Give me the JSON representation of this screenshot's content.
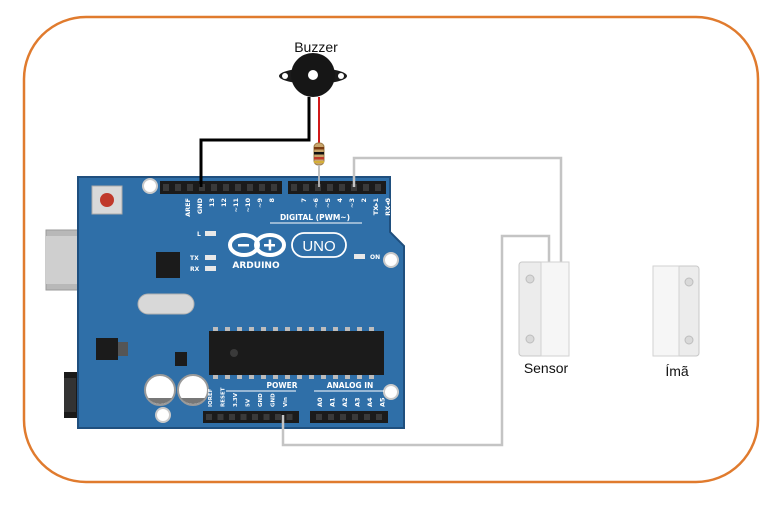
{
  "labels": {
    "buzzer": "Buzzer",
    "sensor": "Sensor",
    "magnet": "Ímã"
  },
  "board": {
    "brand": "ARDUINO",
    "model": "UNO",
    "digital_header": "DIGITAL (PWM~)",
    "power_header": "POWER",
    "analog_header": "ANALOG IN",
    "led_l": "L",
    "led_tx": "TX",
    "led_rx": "RX",
    "led_on": "ON",
    "top_pins": [
      "AREF",
      "GND",
      "13",
      "12",
      "~11",
      "~10",
      "~9",
      "8",
      "7",
      "~6",
      "~5",
      "4",
      "~3",
      "2",
      "TX▸1",
      "RX◂0"
    ],
    "power_pins": [
      "IOREF",
      "RESET",
      "3.3V",
      "5V",
      "GND",
      "GND",
      "Vin"
    ],
    "analog_pins": [
      "A0",
      "A1",
      "A2",
      "A3",
      "A4",
      "A5"
    ]
  },
  "colors": {
    "frame": "#e07b2e",
    "board": "#2f6fa8",
    "board_edge": "#1f4f7e",
    "header": "#1b1b1b",
    "wire_black": "#000000",
    "wire_red": "#d11a1a",
    "wire_gray": "#c4c4c4",
    "sensor_body": "#ececec"
  }
}
